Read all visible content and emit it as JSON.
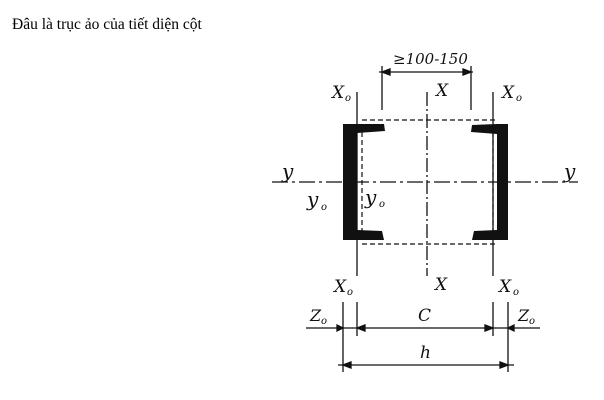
{
  "question": "Đâu là trục ảo của tiết diện cột",
  "diagram": {
    "spacing_note": "≥100-150",
    "axis_labels": {
      "x0_top_left": "X",
      "x0_top_left_sub": "o",
      "x_top": "X",
      "x0_top_right": "X",
      "x0_top_right_sub": "o",
      "y_left": "y",
      "y_right": "y",
      "y0_left": "y",
      "y0_left_sub": "o",
      "y0_inner": "y",
      "y0_inner_sub": "o",
      "x0_bottom_left": "X",
      "x0_bottom_left_sub": "o",
      "x_bottom": "X",
      "x0_bottom_right": "X",
      "x0_bottom_right_sub": "o"
    },
    "dimension_labels": {
      "z0_left": "Z",
      "z0_left_sub": "o",
      "c": "C",
      "z0_right": "Z",
      "z0_right_sub": "o",
      "h": "h"
    },
    "colors": {
      "ink": "#111111",
      "background": "#ffffff"
    }
  }
}
